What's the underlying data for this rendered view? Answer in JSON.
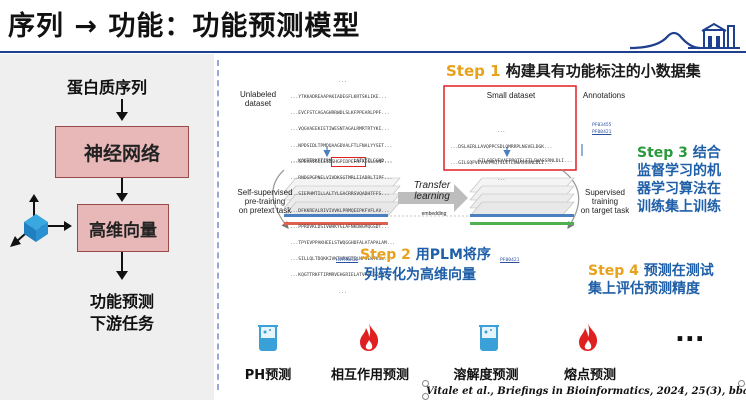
{
  "title": "序列 → 功能：功能预测模型",
  "left": {
    "input_label": "蛋白质序列",
    "box1": "神经网络",
    "box2": "高维向量",
    "output_line1": "功能预测",
    "output_line2": "下游任务"
  },
  "steps": {
    "step1": {
      "num": "Step 1",
      "text": "构建具有功能标注的小数据集"
    },
    "step2": {
      "num": "Step 2",
      "text1": "用PLM将序",
      "text2": "列转化为高维向量"
    },
    "step3": {
      "num": "Step 3",
      "text1": "结合",
      "text2": "监督学习的机",
      "text3": "器学习算法在",
      "text4": "训练集上训练"
    },
    "step4": {
      "num": "Step 4",
      "text1": "预测在测试",
      "text2": "集上评估预测精度"
    }
  },
  "figure": {
    "unlabeled_line1": "Unlabeled",
    "unlabeled_line2": "dataset",
    "small_dataset": "Small dataset",
    "annotations": "Annotations",
    "selfsup_line1": "Self-supervised",
    "selfsup_line2": "pre-training",
    "selfsup_line3": "on pretext task",
    "transfer_line1": "Transfer",
    "transfer_line2": "learning",
    "embedding": "embedding",
    "sup_line1": "Supervised",
    "sup_line2": "training",
    "sup_line3": "on target task",
    "seq_left": [
      "...YTKKADREAAPAKIADEGFLKRTSKLIKE...",
      "...EVCFSTCAGAGHRRWDLSLKFPPEARLPPF...",
      "...VQGVAEEKIETIWESNTAGALRMRTRTYKI...",
      "...NPDSIDLTPMDQAAGDVALFTLFNALYYSET...",
      "...SPEVHIGIEEIDSHGPIDPEFRFAEGLLVNF...",
      "...RNDGPGPNELVIVDKSGTMRLIIADRLTIPF...",
      "...SIEPHMTILLALTYLGACRRSVQADHTFFS...",
      "...DFKKREALRIVIVVKLPRMQEEPKFVFLAV...",
      "...PPRDVKLDSIVWHKYGLAFNKDWGMQGSDT...",
      "...TPYEVPPAKHEELSTWQGGHDFALATAPALAM...",
      "...SILLQLTDQKKIVKTVPNETILNFSEWTKSL...",
      "...KQGTTRKFTIRMRVEHGRIELATVTTLGGAD..."
    ],
    "seq_left_bottom": "...KQGTTRKFTIRM        LATVTTLGGAD...",
    "seq_right": [
      "...DSLAERLLAVQPPCSDLQMRRPLNGVELDGK...",
      "...GILGQFVEVAEPRQTSLETLGWASSRNLDLI..."
    ],
    "seq_right_bottom": "...GILGQFVEVAEPRQTSLETLGWASSRNLDLI...",
    "codes": [
      "PF03455",
      "PF00421",
      "PF00421"
    ],
    "code_left": "HVFHGRIE"
  },
  "tasks": [
    {
      "label": "PH预测",
      "icon": "beaker-icon"
    },
    {
      "label": "相互作用预测",
      "icon": "flame-icon"
    },
    {
      "label": "溶解度预测",
      "icon": "beaker-icon"
    },
    {
      "label": "熔点预测",
      "icon": "flame-icon"
    }
  ],
  "more": "...",
  "citation": "Vitale et al., Briefings in Bioinformatics, 2024, 25(3), bbae177",
  "colors": {
    "accent": "#e8a11a",
    "step_blue": "#2a73c8",
    "step_green": "#3a9a3a",
    "box_fill": "#e8b8b8",
    "flame": "#e02020",
    "beaker": "#3aa0d8"
  }
}
